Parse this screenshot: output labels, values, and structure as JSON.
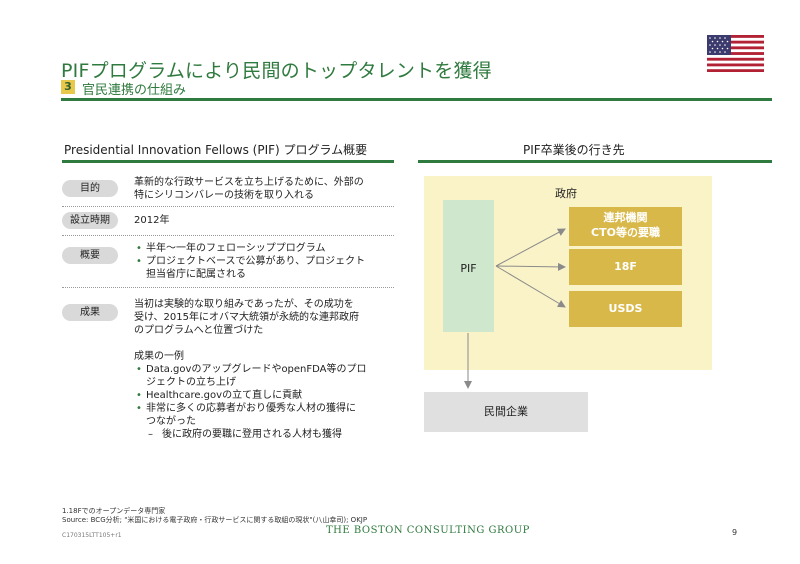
{
  "header": {
    "title": "PIFプログラムにより民間のトップタレントを獲得",
    "subtitle_number": "3",
    "subtitle": "官民連携の仕組み"
  },
  "colors": {
    "brand_green": "#2f7a3e",
    "gov_fill": "#fbf3c8",
    "pif_fill": "#cfe8cd",
    "dest_fill": "#d9b84a"
  },
  "left": {
    "heading": "Presidential Innovation Fellows (PIF) プログラム概要",
    "rows": [
      {
        "label": "目的",
        "lines": [
          "革新的な行政サービスを立ち上げるために、外部の",
          "特にシリコンバレーの技術を取り入れる"
        ]
      },
      {
        "label": "設立時期",
        "lines": [
          "2012年"
        ]
      },
      {
        "label": "概要",
        "bullets": [
          "半年～一年のフェローシッププログラム",
          "プロジェクトベースで公募があり、プロジェクト",
          "担当省庁に配属される"
        ]
      },
      {
        "label": "成果",
        "lines": [
          "当初は実験的な取り組みであったが、その成功を",
          "受け、2015年にオバマ大統領が永続的な連邦政府",
          "のプログラムへと位置づけた"
        ],
        "example_heading": "成果の一例",
        "bullets": [
          "Data.govのアップグレードやopenFDA等のプロ",
          "ジェクトの立ち上げ",
          "Healthcare.govの立て直しに貢献",
          "非常に多くの応募者がおり優秀な人材の獲得に",
          "つながった"
        ],
        "sub": "後に政府の要職に登用される人材も獲得"
      }
    ]
  },
  "right": {
    "heading": "PIF卒業後の行き先",
    "gov_label": "政府",
    "pif_label": "PIF",
    "destinations": [
      {
        "line1": "連邦機関",
        "line2": "CTO等の要職"
      },
      {
        "line1": "18F"
      },
      {
        "line1": "USDS"
      }
    ],
    "private_label": "民間企業"
  },
  "footer": {
    "note1": "1.18Fでのオープンデータ専門家",
    "note2": "Source: BCG分析; \"米国における電子政府・行政サービスに関する取組の現状\"(八山幸司); OKJP",
    "brand": "THE BOSTON CONSULTING GROUP",
    "code": "C170315LTT105+r1",
    "page": "9"
  }
}
